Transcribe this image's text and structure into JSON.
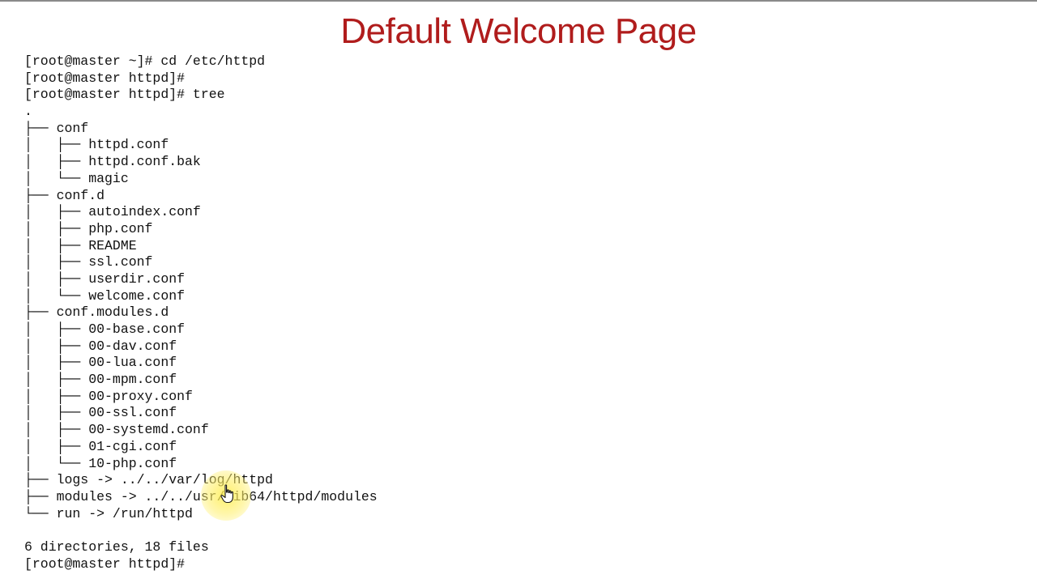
{
  "slide": {
    "title": "Default Welcome Page"
  },
  "terminal": {
    "lines": [
      "[root@master ~]# cd /etc/httpd",
      "[root@master httpd]#",
      "[root@master httpd]# tree",
      ".",
      "├── conf",
      "│   ├── httpd.conf",
      "│   ├── httpd.conf.bak",
      "│   └── magic",
      "├── conf.d",
      "│   ├── autoindex.conf",
      "│   ├── php.conf",
      "│   ├── README",
      "│   ├── ssl.conf",
      "│   ├── userdir.conf",
      "│   └── welcome.conf",
      "├── conf.modules.d",
      "│   ├── 00-base.conf",
      "│   ├── 00-dav.conf",
      "│   ├── 00-lua.conf",
      "│   ├── 00-mpm.conf",
      "│   ├── 00-proxy.conf",
      "│   ├── 00-ssl.conf",
      "│   ├── 00-systemd.conf",
      "│   ├── 01-cgi.conf",
      "│   └── 10-php.conf",
      "├── logs -> ../../var/log/httpd",
      "├── modules -> ../../usr/lib64/httpd/modules",
      "└── run -> /run/httpd",
      "",
      "6 directories, 18 files",
      "[root@master httpd]#"
    ]
  },
  "icons": {
    "cursor": "hand-pointer-icon",
    "cursor_highlight_color": "#fff06e"
  },
  "colors": {
    "title": "#b01c1c",
    "terminal_text": "#111111",
    "background": "#ffffff"
  }
}
